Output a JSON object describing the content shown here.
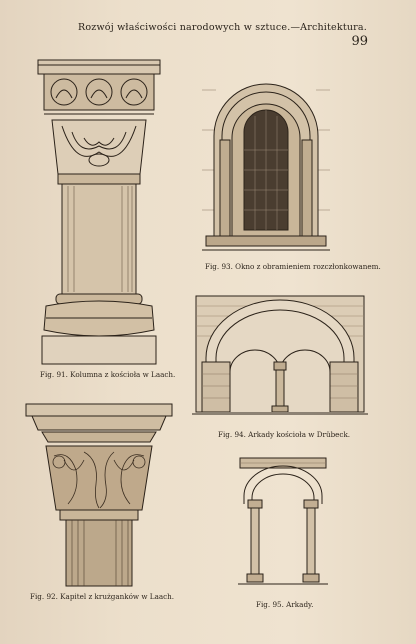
{
  "header": {
    "title": "Rozwój właściwości narodowych w sztuce.—Architektura.",
    "page_number": "99"
  },
  "figures": [
    {
      "caption": "Fig. 91. Kolumna z kościoła w Laach."
    },
    {
      "caption": "Fig. 92. Kapitel z krużganków w Laach."
    },
    {
      "caption": "Fig. 93. Okno z obramieniem rozczłonkowanem."
    },
    {
      "caption": "Fig. 94. Arkady kościoła w Drübeck."
    },
    {
      "caption": "Fig. 95. Arkady."
    }
  ]
}
